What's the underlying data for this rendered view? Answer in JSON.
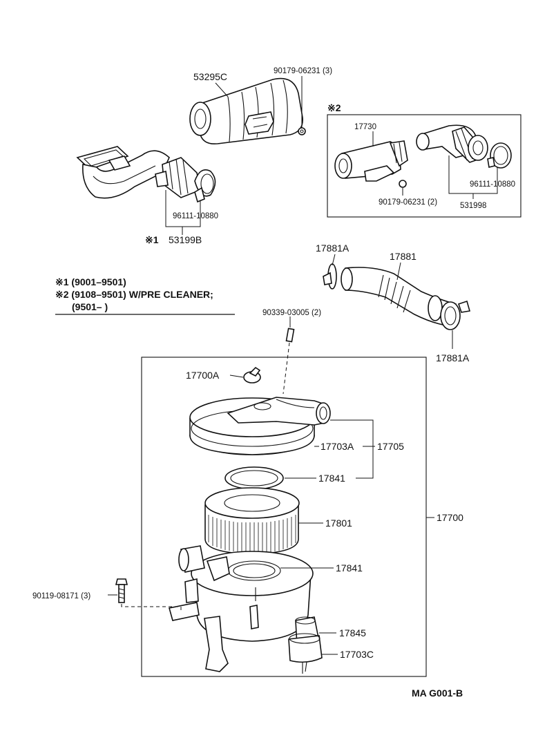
{
  "labels": {
    "p53295C": "53295C",
    "p90179_06231_3": "90179-06231 (3)",
    "p96111_10880_a": "96111-10880",
    "p53199B": "53199B",
    "mark1": "※1",
    "mark2": "※2",
    "p17730": "17730",
    "p96111_10880_b": "96111-10880",
    "p90179_06231_2": "90179-06231 (2)",
    "p531998": "531998",
    "p17881A_top": "17881A",
    "p17881": "17881",
    "p17881A_bottom": "17881A",
    "p90339_03005": "90339-03005 (2)",
    "p17700A": "17700A",
    "p17703A": "17703A",
    "p17705": "17705",
    "p17841_upper": "17841",
    "p17801": "17801",
    "p17700": "17700",
    "p17841_lower": "17841",
    "p90119_08171": "90119-08171 (3)",
    "p17845": "17845",
    "p17703C": "17703C",
    "figure_code": "MA  G001-B"
  },
  "legend": {
    "line1": "※1 (9001–9501)",
    "line2": "※2 (9108–9501) W/PRE  CLEANER;",
    "line3": "(9501–        )"
  }
}
